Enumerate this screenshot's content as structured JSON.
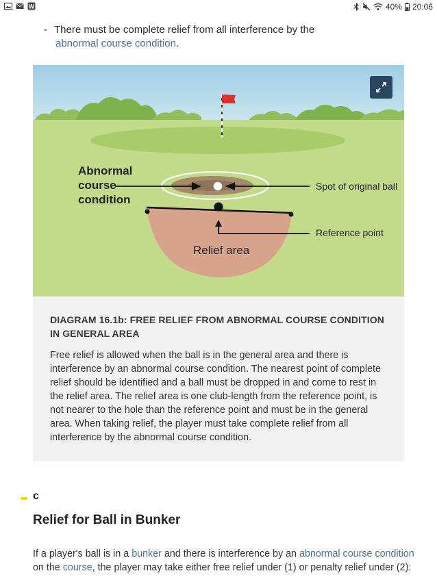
{
  "status_bar": {
    "battery": "40%",
    "time": "20:06",
    "icons": [
      "gallery-icon",
      "email-icon",
      "word-app-icon",
      "bluetooth-icon",
      "mute-icon",
      "wifi-icon",
      "battery-icon"
    ]
  },
  "bullet": {
    "dash": "-",
    "text_before": "There must be complete relief from all interference by the",
    "link": "abnormal course condition",
    "text_after": "."
  },
  "diagram": {
    "labels": {
      "abnormal_line1": "Abnormal",
      "abnormal_line2": "course",
      "abnormal_line3": "condition",
      "spot": "Spot of original ball",
      "reference": "Reference point",
      "relief": "Relief area"
    },
    "expand_icon": "expand-icon",
    "colors": {
      "sky": "#a9d3ea",
      "grass": "#bfd885",
      "green": "#a9cc6c",
      "relief_area": "#d7a38d",
      "flag": "#e0302d",
      "expand_button": "#2b4660"
    },
    "title": "DIAGRAM 16.1b: FREE RELIEF FROM ABNORMAL COURSE CONDITION IN GENERAL AREA",
    "body": "Free relief is allowed when the ball is in the general area and there is interference by an abnormal course condition. The nearest point of complete relief should be identified and a ball must be dropped in and come to rest in the relief area. The relief area is one club-length from the reference point, is not nearer to the hole than the reference point and must be in the general area. When taking relief, the player must take complete relief from all interference by the abnormal course condition."
  },
  "section": {
    "letter": "c",
    "heading": "Relief for Ball in Bunker",
    "para_1": "If a player's ball is in a ",
    "link_bunker": "bunker",
    "para_2": " and there is interference by an ",
    "link_acc": "abnormal course condition",
    "para_3": " on the ",
    "link_course": "course",
    "para_4": ", the player may take either free relief under (1) or penalty relief under (2):"
  }
}
